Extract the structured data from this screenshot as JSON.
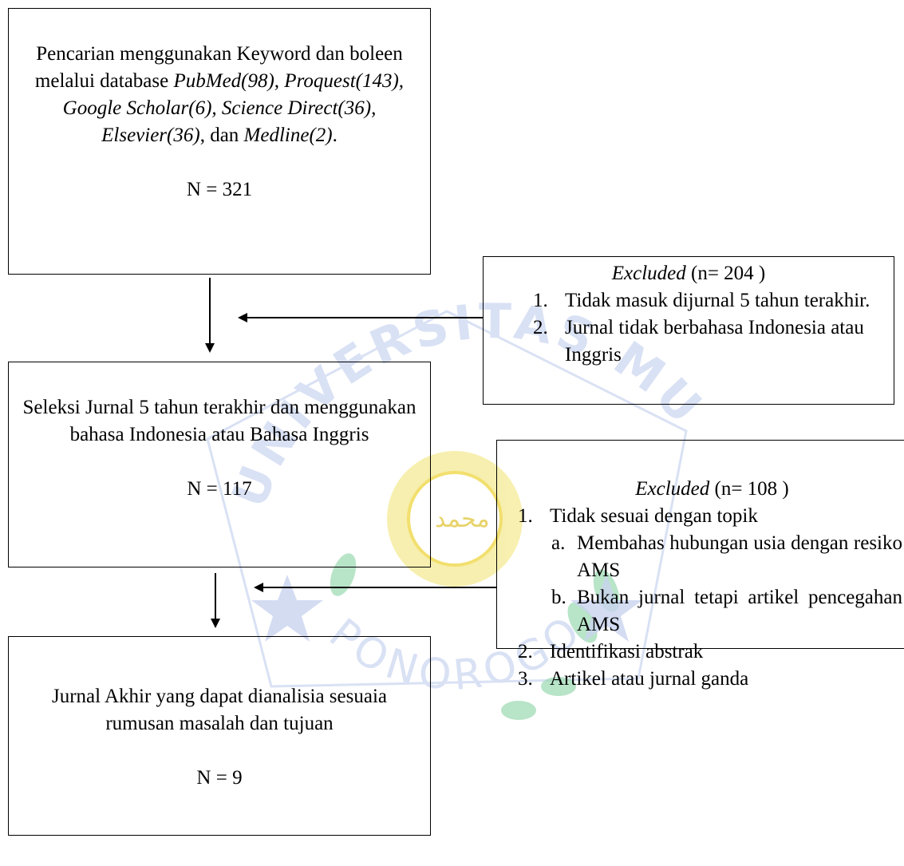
{
  "watermark": {
    "top_text": "UNIVERSITAS MUHAMMADIYAH",
    "bottom_text": "PONOROGO",
    "arabic_text": "محمد",
    "colors": {
      "blue": "#8fa6dc",
      "yellow": "#f3e57a",
      "green": "#8fd4a8"
    }
  },
  "box1": {
    "text_prefix": "Pencarian menggunakan Keyword dan boleen melalui database ",
    "db1": "PubMed(98), Proquest(143), Google Scholar(6), Science Direct(36), Elsevier(36)",
    "mid": ", dan ",
    "db2": "Medline(2)",
    "suffix": ".",
    "count": "N = 321"
  },
  "box2": {
    "text": "Seleksi Jurnal 5 tahun terakhir dan menggunakan bahasa Indonesia atau Bahasa Inggris",
    "count": "N = 117"
  },
  "box3": {
    "text": "Jurnal Akhir yang dapat dianalisia sesuaia rumusan masalah dan tujuan",
    "count": "N = 9"
  },
  "excl1": {
    "label": "Excluded",
    "count": " (n= 204 )",
    "items": [
      {
        "num": "1.",
        "text": "Tidak masuk dijurnal 5 tahun terakhir."
      },
      {
        "num": "2.",
        "text": "Jurnal tidak berbahasa Indonesia atau Inggris"
      }
    ]
  },
  "excl2": {
    "label": "Excluded",
    "count": " (n= 108 )",
    "items": [
      {
        "num": "1.",
        "text": "Tidak sesuai dengan topik"
      },
      {
        "num": "a.",
        "text": "Membahas hubungan usia dengan resiko AMS"
      },
      {
        "num": "b.",
        "text": "Bukan jurnal tetapi artikel pencegahan AMS"
      },
      {
        "num": "2.",
        "text": "Identifikasi abstrak"
      },
      {
        "num": "3.",
        "text": "Artikel atau jurnal ganda"
      }
    ]
  }
}
